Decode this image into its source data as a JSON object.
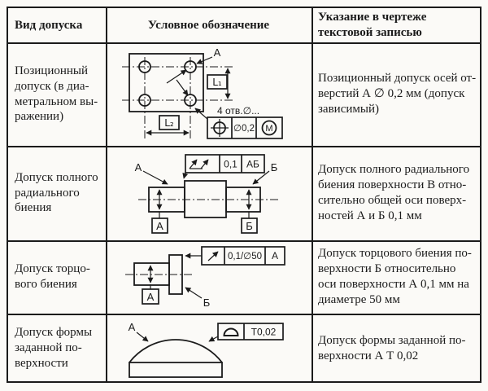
{
  "colors": {
    "ink": "#1b1b1b",
    "paper": "#fbfaf7"
  },
  "header": {
    "col1": "Вид допуска",
    "col2": "Условное обозначение",
    "col3": "Указание в чертеже\nтекстовой записью"
  },
  "rows": [
    {
      "type": "Позиционный\nдопуск (в диа-\nметральном вы-\nражении)",
      "note": "Позиционный допуск осей от-\nверстий А ∅ 0,2 мм (допуск\nзависимый)",
      "drawing": {
        "symbol": "position-tolerance",
        "surface_label": "А",
        "dim_vertical": "L₁",
        "dim_horizontal": "L₂",
        "holes_note": "4 отв.∅...",
        "tol": "∅0,2",
        "modifier": "М"
      }
    },
    {
      "type": "Допуск полного\nрадиального\nбиения",
      "note": "Допуск полного радиального\nбиения поверхности В отно-\nсительно общей оси поверх-\nностей А и Б 0,1 мм",
      "drawing": {
        "symbol": "full-runout",
        "label_a": "А",
        "label_b": "Б",
        "datum_a": "А",
        "datum_b": "Б",
        "tol": "0,1",
        "datum_refs": "АБ"
      }
    },
    {
      "type": "Допуск торцо-\nвого биения",
      "note": "Допуск торцового биения по-\nверхности Б относительно\nоси поверхности А 0,1 мм на\nдиаметре 50 мм",
      "drawing": {
        "symbol": "circular-runout",
        "datum_a": "А",
        "label_b": "Б",
        "tol": "0,1/∅50",
        "datum_refs": "А"
      }
    },
    {
      "type": "Допуск формы\nзаданной по-\nверхности",
      "note": "Допуск формы заданной по-\nверхности А Т 0,02",
      "drawing": {
        "symbol": "surface-profile",
        "label_a": "А",
        "tol": "Т0,02"
      }
    }
  ]
}
